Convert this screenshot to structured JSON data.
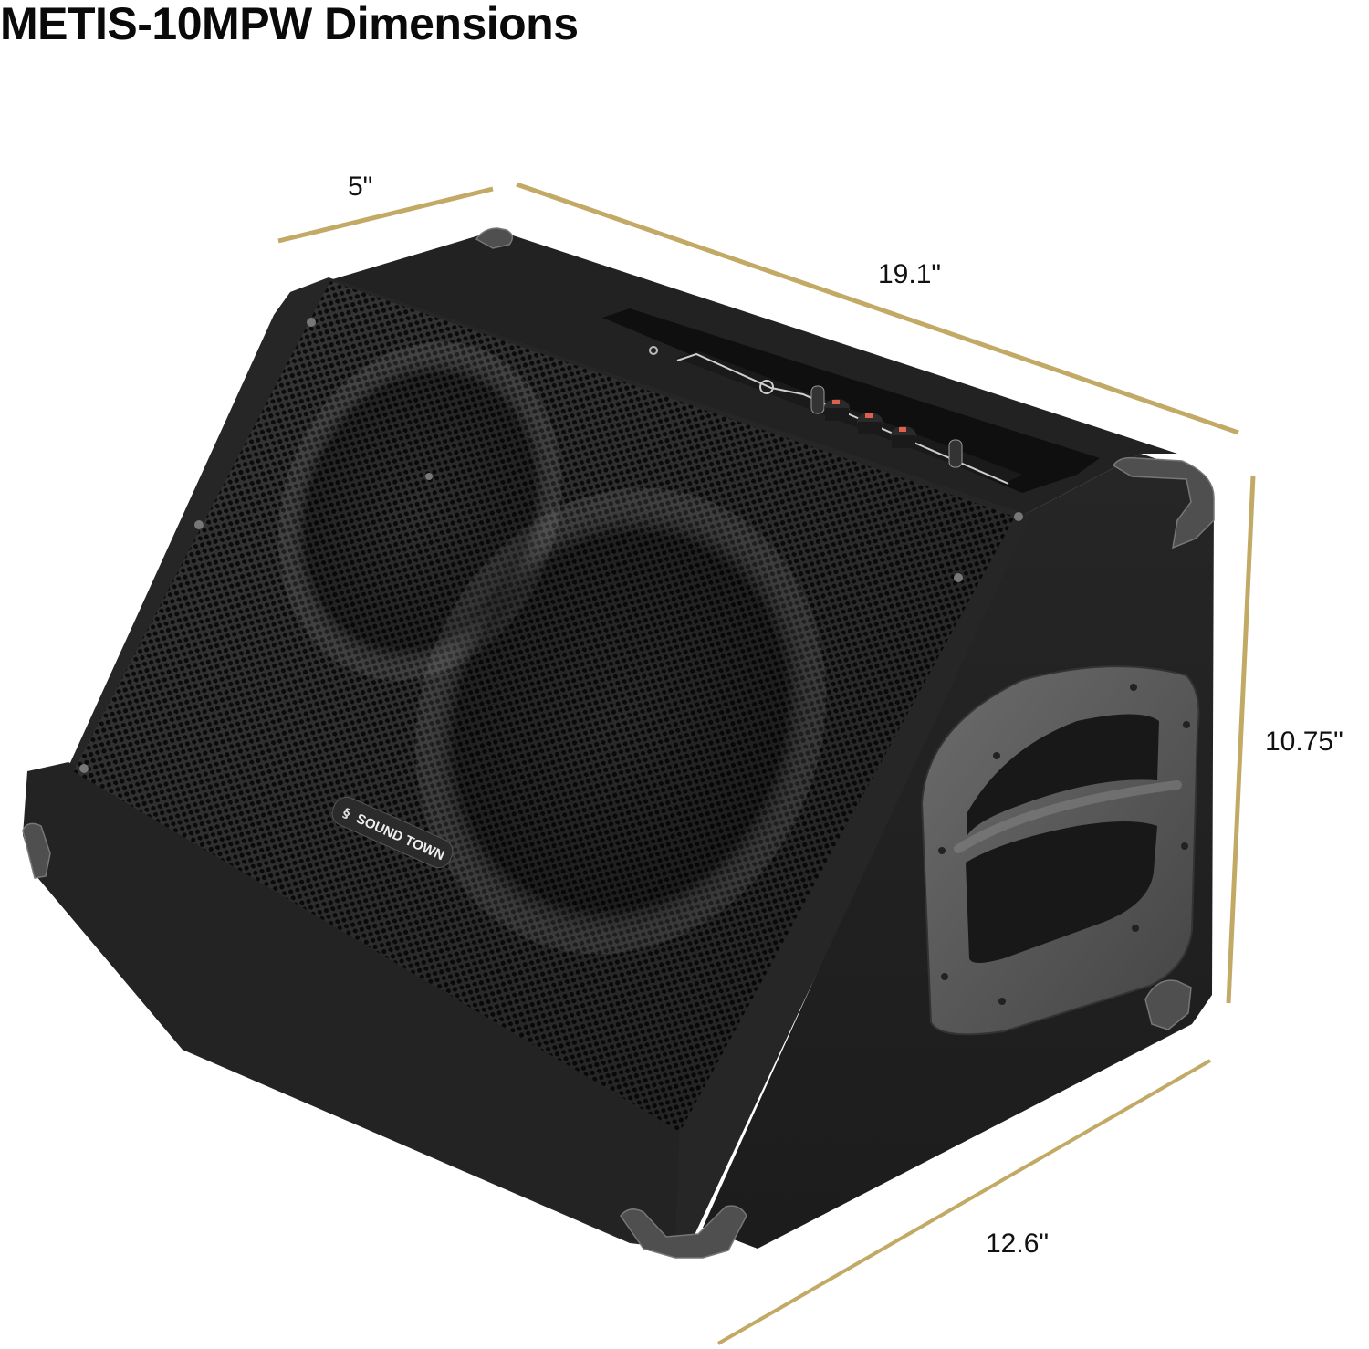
{
  "page": {
    "title": "METIS-10MPW Dimensions"
  },
  "product": {
    "brand_logo_text": "SOUND TOWN",
    "image_alt": "Black carpeted stage monitor speaker with metal grille, top control panel and side handle"
  },
  "dimensions": {
    "depth_top": "5\"",
    "width_top": "19.1\"",
    "height": "10.75\"",
    "length_bottom": "12.6\""
  },
  "colors": {
    "dimension_line": "#C2AA66",
    "title_text": "#0A0A0A",
    "label_text": "#111111",
    "cabinet": "#2A2A2A",
    "grille": "#1B1B1B",
    "hardware": "#5A5A5A",
    "knob_indicator": "#E06050"
  }
}
